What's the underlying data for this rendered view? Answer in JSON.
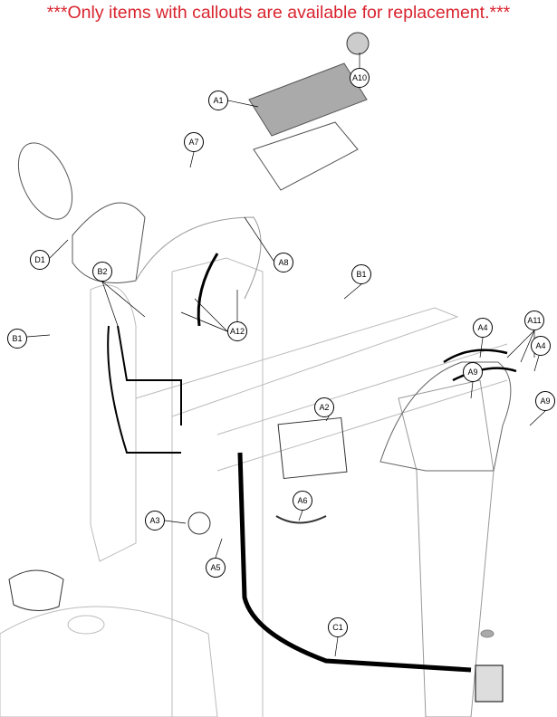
{
  "notice": "***Only items with callouts are available for replacement.***",
  "colors": {
    "notice": "#d9252f"
  },
  "callouts": [
    {
      "label": "A10"
    },
    {
      "label": "A1"
    },
    {
      "label": "A7"
    },
    {
      "label": "D1"
    },
    {
      "label": "A8"
    },
    {
      "label": "B2"
    },
    {
      "label": "B1"
    },
    {
      "label": "B1"
    },
    {
      "label": "A12"
    },
    {
      "label": "A4"
    },
    {
      "label": "A11"
    },
    {
      "label": "A4"
    },
    {
      "label": "A9"
    },
    {
      "label": "A9"
    },
    {
      "label": "A2"
    },
    {
      "label": "A6"
    },
    {
      "label": "A3"
    },
    {
      "label": "A5"
    },
    {
      "label": "C1"
    }
  ]
}
